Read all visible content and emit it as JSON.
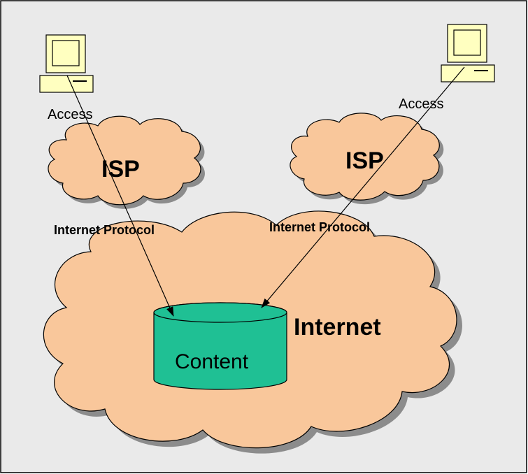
{
  "colors": {
    "background": "#eaeaea",
    "border": "#000000",
    "cloud_fill": "#f9c79b",
    "cloud_shadow": "#8c8c8c",
    "cylinder_fill": "#1fc094",
    "computer_fill": "#ffffc0"
  },
  "icons": {
    "left_computer": "computer-icon",
    "right_computer": "computer-icon"
  },
  "diagram": {
    "left_access_label": "Access",
    "right_access_label": "Access",
    "left_isp_label": "ISP",
    "right_isp_label": "ISP",
    "left_protocol_label": "Internet Protocol",
    "right_protocol_label": "Internet Protocol",
    "internet_label": "Internet",
    "content_label": "Content"
  }
}
